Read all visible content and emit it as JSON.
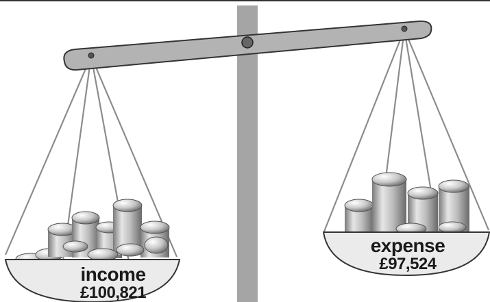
{
  "scale": {
    "left_pan": {
      "label": "income",
      "value": "£100,821"
    },
    "right_pan": {
      "label": "expense",
      "value": "£97,524"
    }
  },
  "colors": {
    "pole": "#a5a5a5",
    "beam": "#b3b3b3",
    "pan_fill": "#ebebeb",
    "outline": "#333333",
    "rope": "#8c8c8c"
  },
  "icons": {
    "left_pile": "coin-pile-icon",
    "right_pile": "coin-pile-icon",
    "pivot": "pivot-icon"
  }
}
